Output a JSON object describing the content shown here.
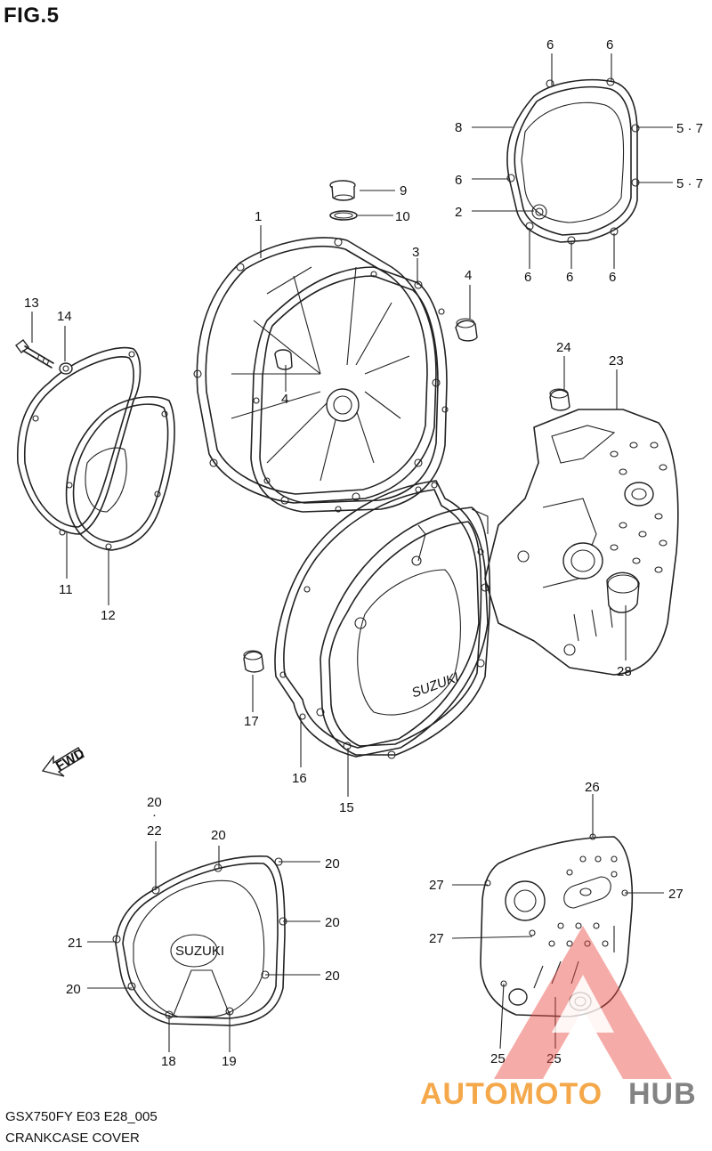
{
  "figure": {
    "title": "FIG.5",
    "model_code": "GSX750FY E03 E28_005",
    "caption": "CRANKCASE COVER"
  },
  "callouts": {
    "c1": "1",
    "c2": "2",
    "c3": "3",
    "c4a": "4",
    "c4b": "4",
    "c5a": "5 · 7",
    "c5b": "5 · 7",
    "c6a": "6",
    "c6b": "6",
    "c6c": "6",
    "c6d": "6",
    "c6e": "6",
    "c6f": "6",
    "c8": "8",
    "c9": "9",
    "c10": "10",
    "c11": "11",
    "c12": "12",
    "c13": "13",
    "c14": "14",
    "c15": "15",
    "c16": "16",
    "c17": "17",
    "c18": "18",
    "c19": "19",
    "c20a": "20",
    "c20dot": "·",
    "c22": "22",
    "c20b": "20",
    "c20c": "20",
    "c20d": "20",
    "c20e": "20",
    "c20f": "20",
    "c21": "21",
    "c23": "23",
    "c24": "24",
    "c25a": "25",
    "c25b": "25",
    "c26": "26",
    "c27a": "27",
    "c27b": "27",
    "c27c": "27",
    "c28": "28"
  },
  "stamps": {
    "fwd": "FWD",
    "brand_clutch": "SUZUKI",
    "brand_generator": "SUZUKI"
  },
  "watermark": {
    "part1": "AUTOMOTO",
    "part2": "HUB",
    "color_orange": "#f39a2b",
    "color_red": "#e94a43",
    "color_gray": "#6e6e6e"
  }
}
